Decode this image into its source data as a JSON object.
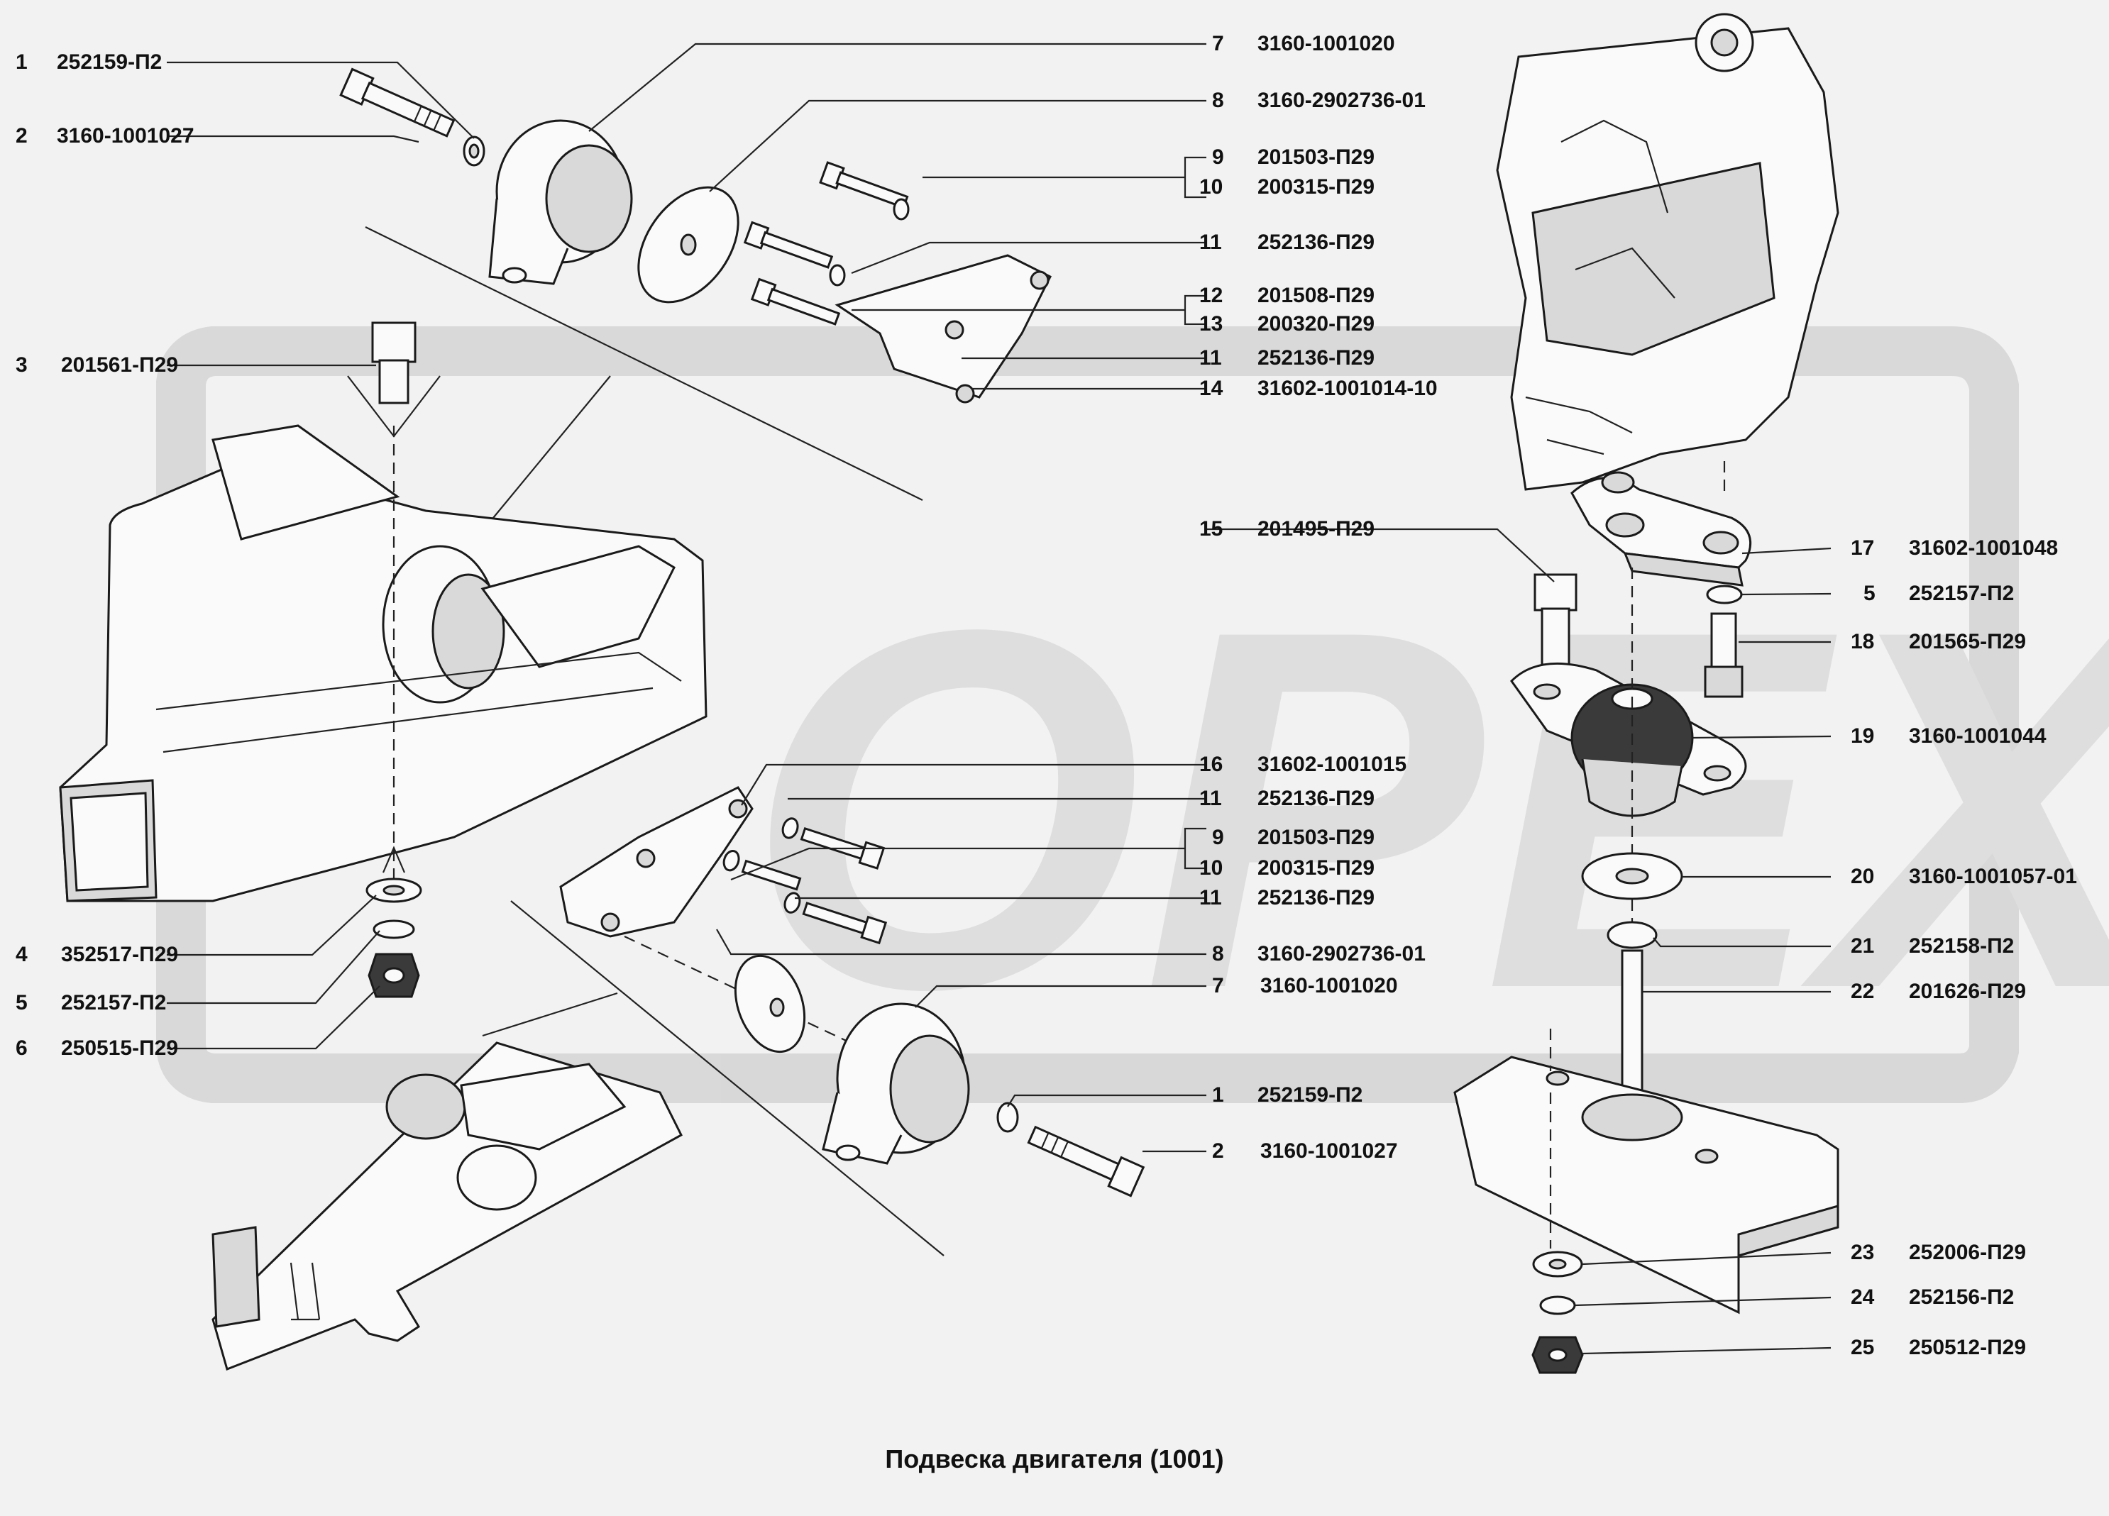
{
  "watermark": {
    "text": "OPEX",
    "color": "#c4c4c4"
  },
  "caption": "Подвеска двигателя (1001)",
  "labels": [
    {
      "num": "1",
      "code": "252159-П2"
    },
    {
      "num": "2",
      "code": "3160-1001027"
    },
    {
      "num": "3",
      "code": "201561-П29"
    },
    {
      "num": "4",
      "code": "352517-П29"
    },
    {
      "num": "5",
      "code": "252157-П2"
    },
    {
      "num": "6",
      "code": "250515-П29"
    },
    {
      "num": "7",
      "code": "3160-1001020"
    },
    {
      "num": "8",
      "code": "3160-2902736-01"
    },
    {
      "num": "9",
      "code": "201503-П29"
    },
    {
      "num": "10",
      "code": "200315-П29"
    },
    {
      "num": "11",
      "code": "252136-П29"
    },
    {
      "num": "12",
      "code": "201508-П29"
    },
    {
      "num": "13",
      "code": "200320-П29"
    },
    {
      "num": "11",
      "code": "252136-П29"
    },
    {
      "num": "14",
      "code": "31602-1001014-10"
    },
    {
      "num": "15",
      "code": "201495-П29"
    },
    {
      "num": "16",
      "code": "31602-1001015"
    },
    {
      "num": "11",
      "code": "252136-П29"
    },
    {
      "num": "9",
      "code": "201503-П29"
    },
    {
      "num": "10",
      "code": "200315-П29"
    },
    {
      "num": "11",
      "code": "252136-П29"
    },
    {
      "num": "8",
      "code": "3160-2902736-01"
    },
    {
      "num": "7",
      "code": "3160-1001020"
    },
    {
      "num": "1",
      "code": "252159-П2"
    },
    {
      "num": "2",
      "code": "3160-1001027"
    },
    {
      "num": "17",
      "code": "31602-1001048"
    },
    {
      "num": "5",
      "code": "252157-П2"
    },
    {
      "num": "18",
      "code": "201565-П29"
    },
    {
      "num": "19",
      "code": "3160-1001044"
    },
    {
      "num": "20",
      "code": "3160-1001057-01"
    },
    {
      "num": "21",
      "code": "252158-П2"
    },
    {
      "num": "22",
      "code": "201626-П29"
    },
    {
      "num": "23",
      "code": "252006-П29"
    },
    {
      "num": "24",
      "code": "252156-П2"
    },
    {
      "num": "25",
      "code": "250512-П29"
    }
  ]
}
